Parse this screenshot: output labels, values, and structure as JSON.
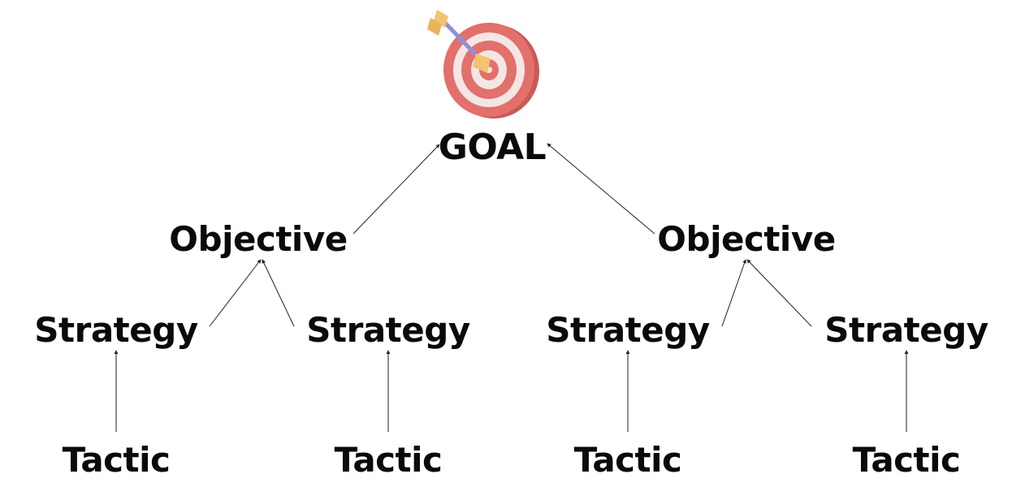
{
  "goal": {
    "label": "GOAL",
    "icon": "target-dart-icon"
  },
  "objectives": [
    {
      "label": "Objective"
    },
    {
      "label": "Objective"
    }
  ],
  "strategies": [
    {
      "label": "Strategy"
    },
    {
      "label": "Strategy"
    },
    {
      "label": "Strategy"
    },
    {
      "label": "Strategy"
    }
  ],
  "tactics": [
    {
      "label": "Tactic"
    },
    {
      "label": "Tactic"
    },
    {
      "label": "Tactic"
    },
    {
      "label": "Tactic"
    }
  ],
  "colors": {
    "text": "#0a0a0a",
    "connector": "#222222",
    "target_red": "#e2706c",
    "target_white": "#f4e6e4",
    "dart_shaft": "#8f8fd9",
    "dart_fletch": "#f0c470"
  }
}
